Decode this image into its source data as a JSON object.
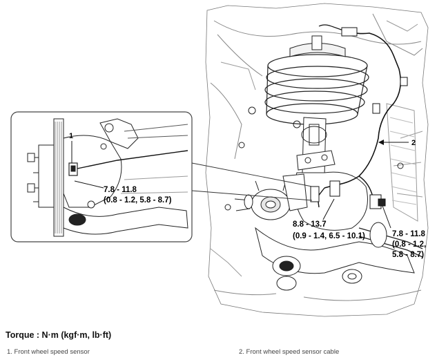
{
  "diagram": {
    "callouts": {
      "part1": "1",
      "part2": "2"
    },
    "torque_specs": {
      "inset_line1": "7.8 - 11.8",
      "inset_line2": "(0.8 - 1.2, 5.8 - 8.7)",
      "center_line1": "8.8 - 13.7",
      "center_line2": "(0.9 - 1.4, 6.5 - 10.1)",
      "right_line1": "7.8 - 11.8",
      "right_line2": "(0.8 - 1.2,",
      "right_line3": "5.8 - 8.7)"
    }
  },
  "torque_heading": "Torque : N·m (kgf·m, lb·ft)",
  "legend": [
    "1. Front wheel speed sensor",
    "2. Front wheel speed sensor cable"
  ]
}
